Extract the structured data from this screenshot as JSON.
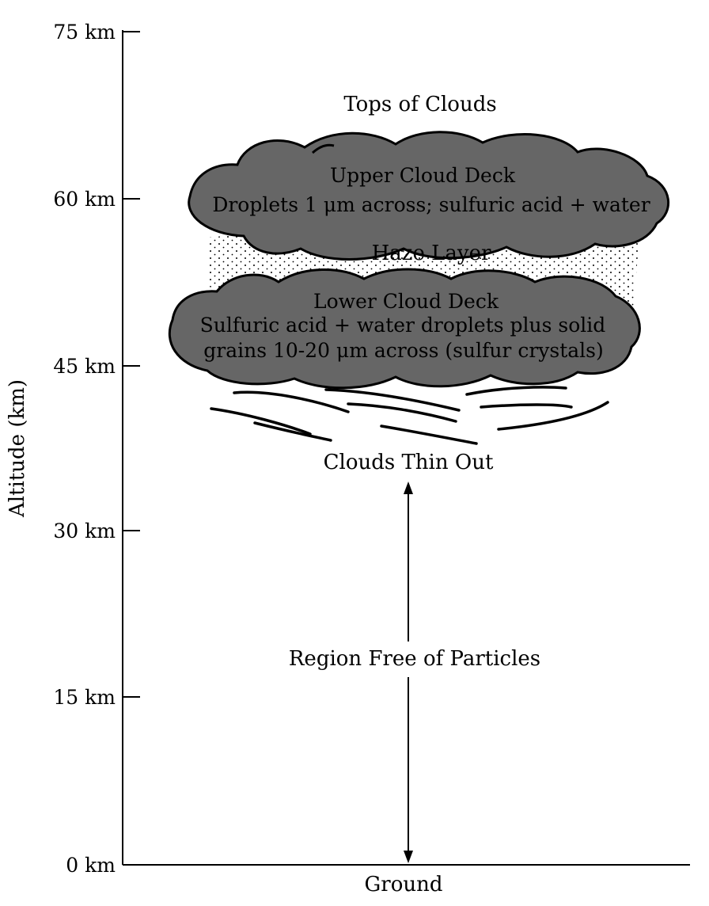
{
  "axis": {
    "title": "Altitude (km)",
    "ticks": [
      "75 km",
      "60 km",
      "45 km",
      "30 km",
      "15 km",
      "0 km"
    ],
    "ground_label": "Ground"
  },
  "layers": {
    "tops_label": "Tops of Clouds",
    "upper_cloud": {
      "title": "Upper Cloud Deck",
      "description": "Droplets 1 μm across; sulfuric acid  +  water"
    },
    "haze_label": "Haze Layer",
    "lower_cloud": {
      "title": "Lower Cloud Deck",
      "line1": "Sulfuric acid  +  water droplets plus solid",
      "line2": "grains 10-20 μm across (sulfur crystals)"
    },
    "thin_label": "Clouds Thin Out",
    "free_region_label": "Region Free of Particles"
  }
}
